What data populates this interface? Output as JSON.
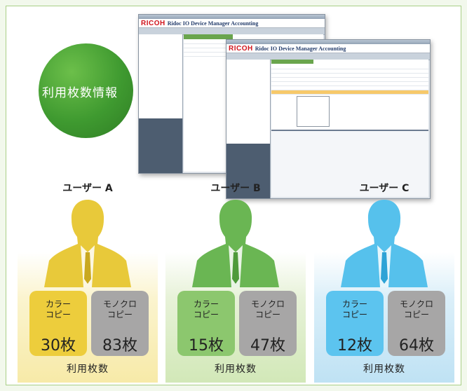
{
  "header": {
    "circle_label": "利用枚数情報"
  },
  "screenshot": {
    "brand": "RICOH",
    "app_title": "Ridoc IO Device Manager Accounting"
  },
  "users": [
    {
      "name": "ユーザー A",
      "color": "#e8c93a",
      "color_card": "#edcd3c",
      "color_card_label": "カラー\nコピー",
      "color_count": "30枚",
      "mono_card_label": "モノクロ\nコピー",
      "mono_count": "83枚",
      "usage_label": "利用枚数"
    },
    {
      "name": "ユーザー B",
      "color": "#6ab653",
      "color_card": "#8cc76e",
      "color_card_label": "カラー\nコピー",
      "color_count": "15枚",
      "mono_card_label": "モノクロ\nコピー",
      "mono_count": "47枚",
      "usage_label": "利用枚数"
    },
    {
      "name": "ユーザー C",
      "color": "#56c1ec",
      "color_card": "#5cc4ef",
      "color_card_label": "カラー\nコピー",
      "color_count": "12枚",
      "mono_card_label": "モノクロ\nコピー",
      "mono_count": "64枚",
      "usage_label": "利用枚数"
    }
  ]
}
